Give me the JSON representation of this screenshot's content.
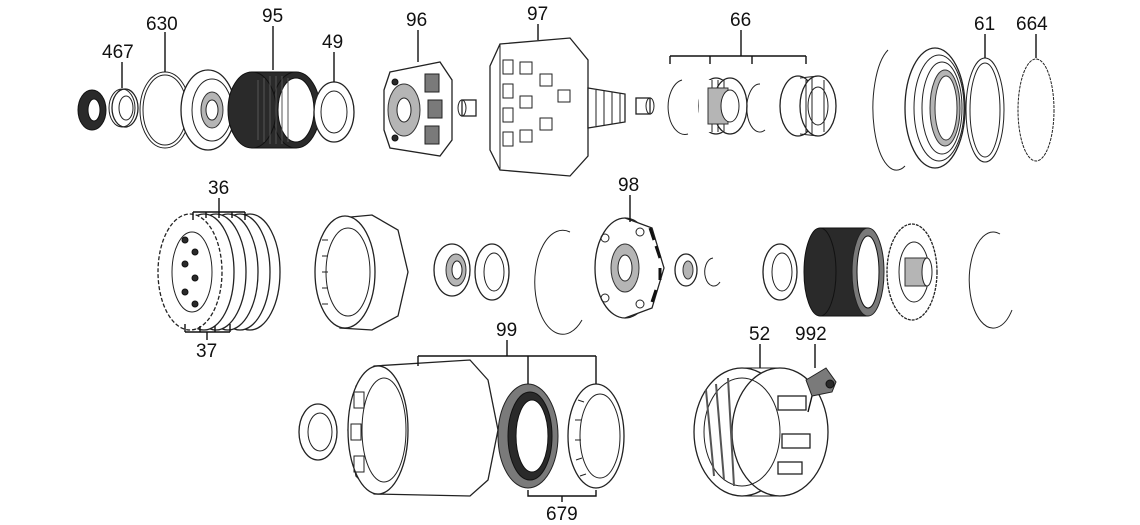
{
  "callouts": {
    "c467": "467",
    "c630": "630",
    "c95": "95",
    "c49": "49",
    "c96": "96",
    "c97": "97",
    "c66": "66",
    "c61": "61",
    "c664": "664",
    "c36": "36",
    "c37": "37",
    "c98": "98",
    "c99": "99",
    "c679": "679",
    "c52": "52",
    "c992": "992"
  }
}
